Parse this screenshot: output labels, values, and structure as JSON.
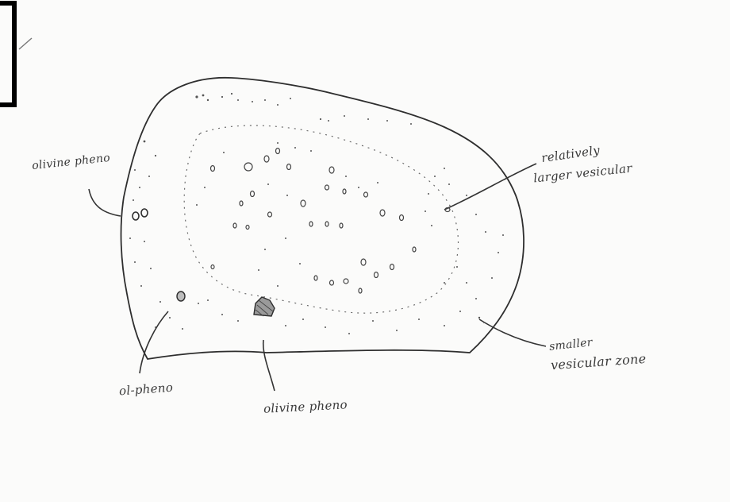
{
  "labels": {
    "olivine_left": "olivine pheno",
    "ol_pheno": "ol-pheno",
    "olivine_center": "olivine pheno",
    "relatively_line1": "relatively",
    "relatively_line2": "larger vesicular",
    "smaller_line1": "smaller",
    "smaller_line2": "vesicular zone"
  },
  "colors": {
    "ink": "#3a3a3a",
    "paper": "#fbfbfa",
    "frame": "#000000"
  }
}
